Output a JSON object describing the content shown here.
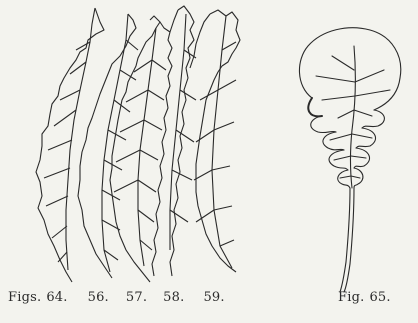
{
  "captions": {
    "left_prefix": "Figs.",
    "left_numbers": [
      "64.",
      "56.",
      "57.",
      "58.",
      "59."
    ],
    "right_prefix": "Fig.",
    "right_number": "65."
  },
  "illustrations": {
    "left": "leaf-outlines-figs-64-56-57-58-59",
    "right": "lyrate-leaf-fig-65"
  },
  "colors": {
    "paper": "#f3f3ee",
    "ink": "#2a2a2a"
  }
}
